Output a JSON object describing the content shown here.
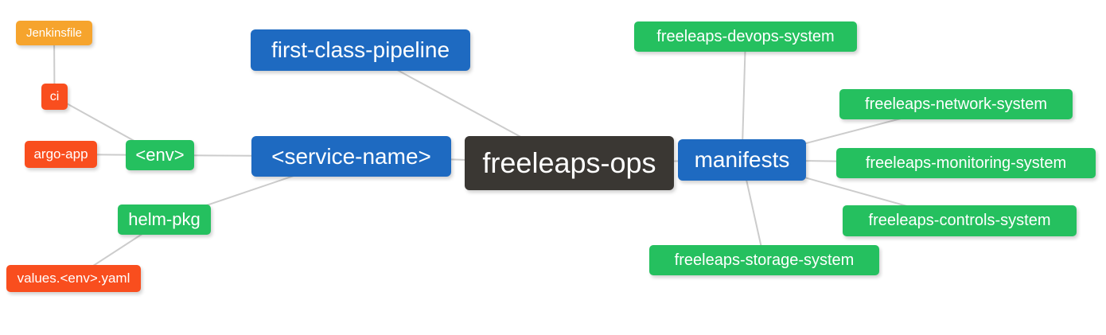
{
  "diagram": {
    "type": "mindmap",
    "background_color": "#FFFFFF",
    "edge_color": "#CCCCCC",
    "palette": {
      "blue": "#1E6AC1",
      "green": "#25C05F",
      "orange": "#F6A42D",
      "red": "#F94E1E",
      "dark": "#3A3733"
    },
    "root": "freeleaps-ops",
    "nodes": [
      {
        "id": "jenkinsfile",
        "label": "Jenkinsfile",
        "color": "orange"
      },
      {
        "id": "ci",
        "label": "ci",
        "color": "red"
      },
      {
        "id": "argo-app",
        "label": "argo-app",
        "color": "red"
      },
      {
        "id": "env",
        "label": "<env>",
        "color": "green"
      },
      {
        "id": "helm-pkg",
        "label": "helm-pkg",
        "color": "green"
      },
      {
        "id": "values-env-yaml",
        "label": "values.<env>.yaml",
        "color": "red"
      },
      {
        "id": "first-class-pipeline",
        "label": "first-class-pipeline",
        "color": "blue"
      },
      {
        "id": "service-name",
        "label": "<service-name>",
        "color": "blue"
      },
      {
        "id": "freeleaps-ops",
        "label": "freeleaps-ops",
        "color": "dark"
      },
      {
        "id": "manifests",
        "label": "manifests",
        "color": "blue"
      },
      {
        "id": "devops",
        "label": "freeleaps-devops-system",
        "color": "green"
      },
      {
        "id": "network",
        "label": "freeleaps-network-system",
        "color": "green"
      },
      {
        "id": "monitoring",
        "label": "freeleaps-monitoring-system",
        "color": "green"
      },
      {
        "id": "controls",
        "label": "freeleaps-controls-system",
        "color": "green"
      },
      {
        "id": "storage",
        "label": "freeleaps-storage-system",
        "color": "green"
      }
    ],
    "edges": [
      {
        "from": "jenkinsfile",
        "to": "ci"
      },
      {
        "from": "ci",
        "to": "env"
      },
      {
        "from": "argo-app",
        "to": "env"
      },
      {
        "from": "env",
        "to": "service-name"
      },
      {
        "from": "helm-pkg",
        "to": "service-name"
      },
      {
        "from": "values-env-yaml",
        "to": "helm-pkg"
      },
      {
        "from": "first-class-pipeline",
        "to": "freeleaps-ops"
      },
      {
        "from": "service-name",
        "to": "freeleaps-ops"
      },
      {
        "from": "freeleaps-ops",
        "to": "manifests"
      },
      {
        "from": "manifests",
        "to": "devops"
      },
      {
        "from": "manifests",
        "to": "network"
      },
      {
        "from": "manifests",
        "to": "monitoring"
      },
      {
        "from": "manifests",
        "to": "controls"
      },
      {
        "from": "manifests",
        "to": "storage"
      }
    ]
  }
}
